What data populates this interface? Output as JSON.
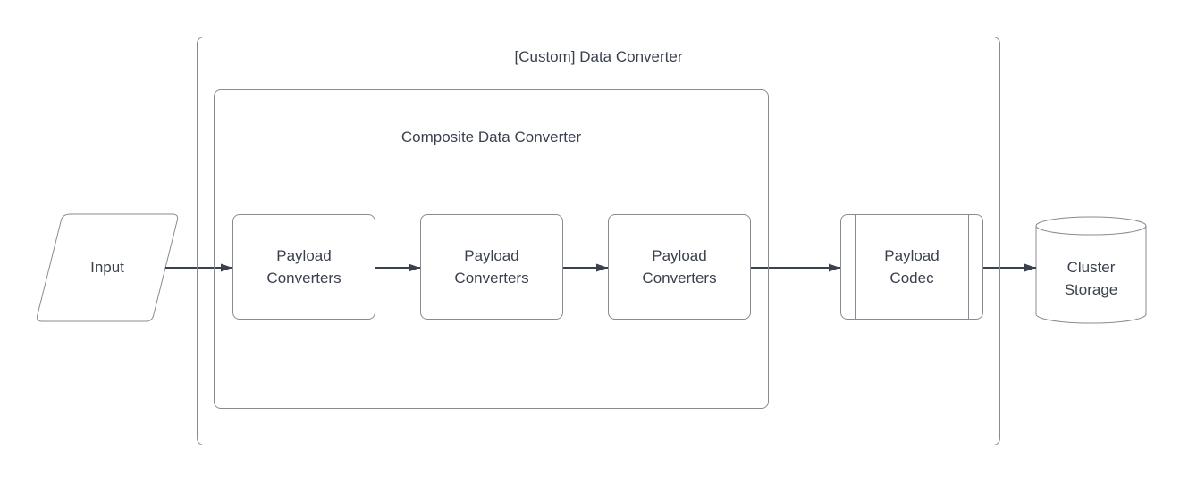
{
  "diagram": {
    "kind": "flowchart",
    "background": "#ffffff",
    "colors": {
      "shape_border": "#878b94",
      "shape_fill": "#ffffff",
      "connector": "#3a414e",
      "text": "#3a414e"
    },
    "groups": {
      "outer": {
        "label": "[Custom] Data Converter"
      },
      "inner": {
        "label": "Composite Data Converter"
      }
    },
    "nodes": {
      "input": {
        "label": "Input",
        "shape": "parallelogram"
      },
      "converter1": {
        "label": "Payload\nConverters",
        "shape": "rounded-rectangle"
      },
      "converter2": {
        "label": "Payload\nConverters",
        "shape": "rounded-rectangle"
      },
      "converter3": {
        "label": "Payload\nConverters",
        "shape": "rounded-rectangle"
      },
      "codec": {
        "label": "Payload\nCodec",
        "shape": "predefined-process"
      },
      "storage": {
        "label": "Cluster\nStorage",
        "shape": "cylinder"
      }
    },
    "edges": [
      {
        "from": "input",
        "to": "converter1",
        "arrow": "filled-triangle"
      },
      {
        "from": "converter1",
        "to": "converter2",
        "arrow": "filled-triangle"
      },
      {
        "from": "converter2",
        "to": "converter3",
        "arrow": "filled-triangle"
      },
      {
        "from": "converter3",
        "to": "codec",
        "arrow": "filled-triangle"
      },
      {
        "from": "codec",
        "to": "storage",
        "arrow": "filled-triangle"
      }
    ]
  }
}
